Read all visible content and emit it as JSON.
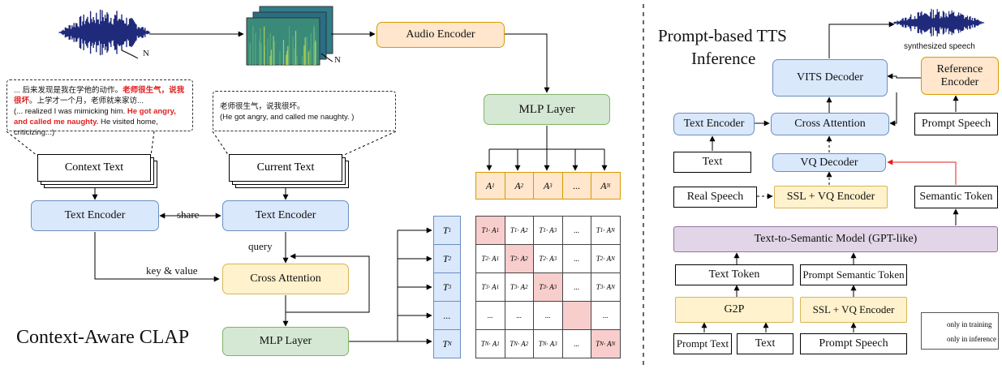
{
  "left": {
    "title": "Context-Aware CLAP",
    "audio_encoder": "Audio Encoder",
    "mlp_audio": "MLP Layer",
    "mlp_text": "MLP Layer",
    "context_text": "Context Text",
    "current_text": "Current Text",
    "text_encoder_left": "Text Encoder",
    "text_encoder_right": "Text Encoder",
    "share": "share",
    "query": "query",
    "key_value": "key & value",
    "cross_attention": "Cross Attention",
    "n_label": "N",
    "context_bubble": {
      "line1_pre": "... 后来发现是我在学他的动作。",
      "line1_red": "老师很生气，说我很坏",
      "line2": "。上学才一个月，老师就来家访...",
      "line3": "(... realized I was mimicking him. ",
      "line3_red": "He got angry, and called me naughty.",
      "line4": " He visited home, criticizing...)"
    },
    "current_bubble": {
      "line1": "老师很生气，说我很坏。",
      "line2": "(He got angry, and called me naughty. )"
    },
    "audio_row": [
      "A1",
      "A2",
      "A3",
      "...",
      "AN"
    ],
    "text_col": [
      "T1",
      "T2",
      "T3",
      "...",
      "TN"
    ],
    "matrix": [
      [
        "T1 · A1",
        "T1 · A2",
        "T1 · A3",
        "...",
        "T1 · AN"
      ],
      [
        "T2 · A1",
        "T2 · A2",
        "T2 · A3",
        "...",
        "T2 · AN"
      ],
      [
        "T3 · A1",
        "T3 · A2",
        "T3 · A3",
        "...",
        "T3 · AN"
      ],
      [
        "...",
        "...",
        "...",
        "",
        "..."
      ],
      [
        "TN · A1",
        "TN · A2",
        "TN · A3",
        "...",
        "TN · AN"
      ]
    ]
  },
  "right": {
    "title_line1": "Prompt-based TTS",
    "title_line2": "Inference",
    "synth_label": "synthesized speech",
    "vits_decoder": "VITS Decoder",
    "reference_encoder": "Reference Encoder",
    "text_encoder": "Text Encoder",
    "cross_attention": "Cross Attention",
    "prompt_speech_top": "Prompt Speech",
    "text_top": "Text",
    "vq_decoder": "VQ Decoder",
    "real_speech": "Real Speech",
    "ssl_vq_top": "SSL + VQ Encoder",
    "semantic_token": "Semantic Token",
    "t2s_model": "Text-to-Semantic Model (GPT-like)",
    "text_token": "Text Token",
    "prompt_semantic_token": "Prompt Semantic Token",
    "g2p": "G2P",
    "ssl_vq_bottom": "SSL + VQ Encoder",
    "prompt_text": "Prompt Text",
    "text_bottom": "Text",
    "prompt_speech_bottom": "Prompt Speech",
    "legend_training": "only in training",
    "legend_inference": "only in inference"
  },
  "colors": {
    "blue": "#dae8fc",
    "orange": "#ffe6cc",
    "green": "#d5e8d4",
    "yellow": "#fff2cc",
    "purple": "#e1d5e7",
    "diag": "#f8cecc",
    "wave": "#1f2a7a",
    "red_arrow": "#e02020"
  }
}
